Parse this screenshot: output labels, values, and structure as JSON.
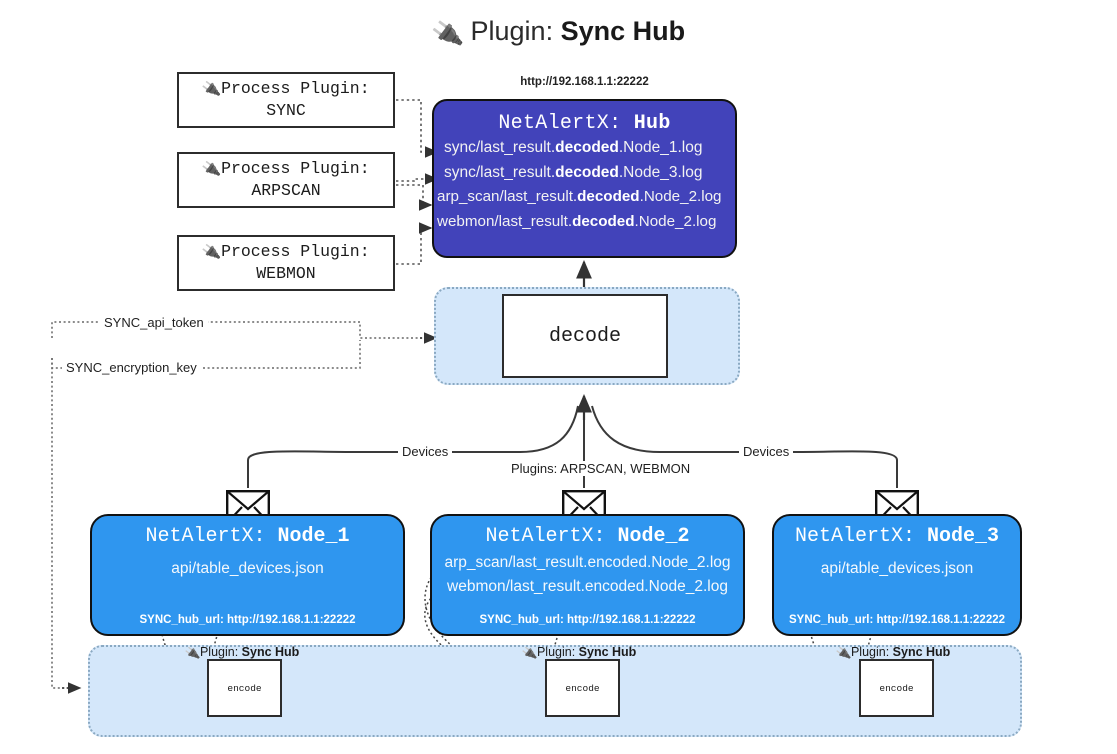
{
  "title": {
    "icon": "plug-icon",
    "prefix": "Plugin:",
    "name": "Sync Hub"
  },
  "process_plugins": [
    {
      "icon": "plug-icon",
      "line1": "Process Plugin:",
      "line2": "SYNC"
    },
    {
      "icon": "plug-icon",
      "line1": "Process Plugin:",
      "line2": "ARPSCAN"
    },
    {
      "icon": "plug-icon",
      "line1": "Process Plugin:",
      "line2": "WEBMON"
    }
  ],
  "hub": {
    "url_label": "http://192.168.1.1:22222",
    "title_prefix": "NetAlertX:",
    "title_name": "Hub",
    "logs": [
      {
        "pre": "sync/last_result.",
        "strong": "decoded",
        "post": ".Node_1.log"
      },
      {
        "pre": "sync/last_result.",
        "strong": "decoded",
        "post": ".Node_3.log"
      },
      {
        "pre": "arp_scan/last_result.",
        "strong": "decoded",
        "post": ".Node_2.log"
      },
      {
        "pre": "webmon/last_result.",
        "strong": "decoded",
        "post": ".Node_2.log"
      }
    ]
  },
  "decode": {
    "label": "decode"
  },
  "secrets": [
    {
      "label": "SYNC_api_token"
    },
    {
      "label": "SYNC_encryption_key"
    }
  ],
  "edge_labels": {
    "devices_left": "Devices",
    "plugins_middle": "Plugins: ARPSCAN, WEBMON",
    "devices_right": "Devices"
  },
  "nodes": [
    {
      "icon": "envelope-icon",
      "title_prefix": "NetAlertX:",
      "title_name": "Node_1",
      "lines": [
        "api/table_devices.json"
      ],
      "hub_url": "SYNC_hub_url: http://192.168.1.1:22222"
    },
    {
      "icon": "envelope-icon",
      "title_prefix": "NetAlertX:",
      "title_name": "Node_2",
      "lines": [
        "arp_scan/last_result.encoded.Node_2.log",
        "webmon/last_result.encoded.Node_2.log"
      ],
      "hub_url": "SYNC_hub_url: http://192.168.1.1:22222"
    },
    {
      "icon": "envelope-icon",
      "title_prefix": "NetAlertX:",
      "title_name": "Node_3",
      "lines": [
        "api/table_devices.json"
      ],
      "hub_url": "SYNC_hub_url: http://192.168.1.1:22222"
    }
  ],
  "encoders": [
    {
      "tag_icon": "plug-icon",
      "tag_prefix": "Plugin:",
      "tag_name": "Sync Hub",
      "label": "encode"
    },
    {
      "tag_icon": "plug-icon",
      "tag_prefix": "Plugin:",
      "tag_name": "Sync Hub",
      "label": "encode"
    },
    {
      "tag_icon": "plug-icon",
      "tag_prefix": "Plugin:",
      "tag_name": "Sync Hub",
      "label": "encode"
    }
  ],
  "colors": {
    "hub_fill": "#4243ba",
    "node_fill": "#2f96ef",
    "container_fill": "#d4e7fa",
    "container_border": "#8aa9c2",
    "stroke": "#2c2c2c"
  }
}
